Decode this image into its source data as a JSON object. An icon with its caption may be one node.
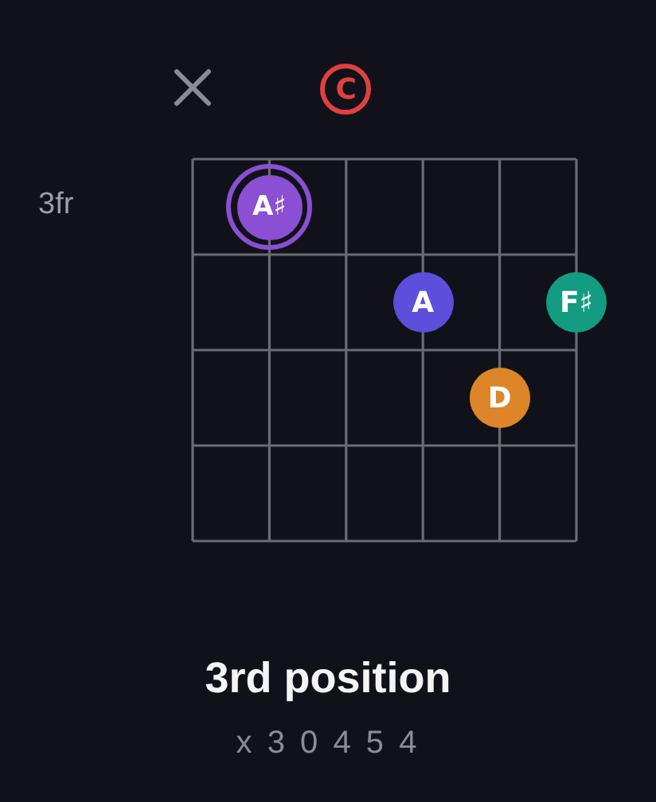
{
  "diagram": {
    "title": "3rd position",
    "caption": "x 3 0 4 5 4",
    "nodes": [
      {
        "text": [],
        "shape": "cross"
      },
      {
        "text": [
          "C"
        ]
      },
      {
        "text": [
          "A♯"
        ]
      },
      {
        "text": [
          "A"
        ]
      },
      {
        "text": [
          "F♯"
        ]
      },
      {
        "text": [
          "D"
        ]
      }
    ],
    "labels": [
      "3fr"
    ]
  }
}
